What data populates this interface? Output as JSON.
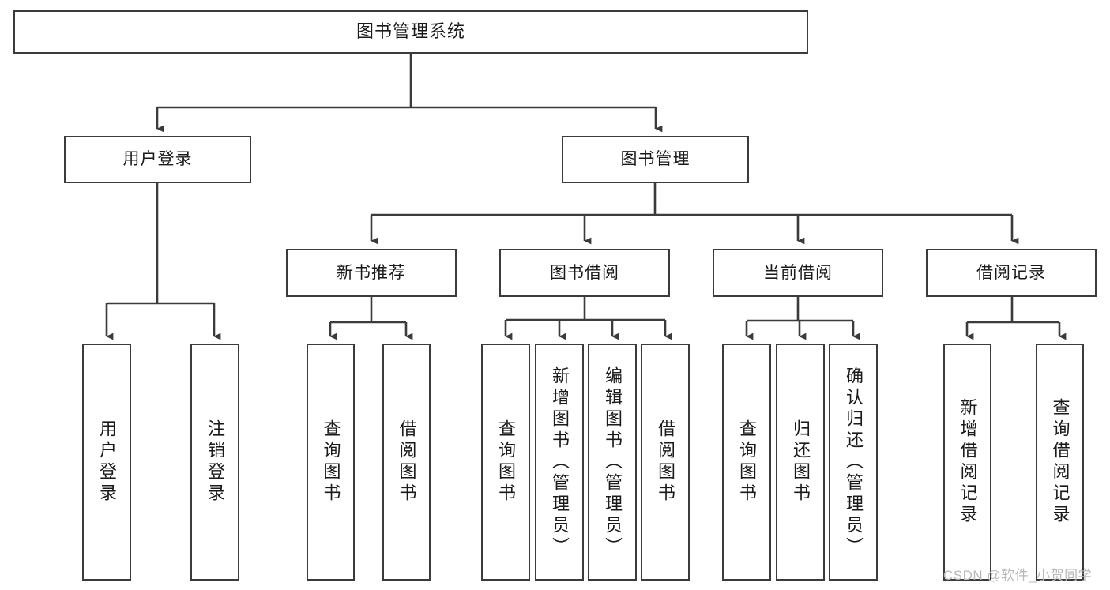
{
  "diagram": {
    "title": "图书管理系统",
    "watermark": "CSDN @软件_小贺同学",
    "stroke_color": "#3b3b3b",
    "text_color": "#1a1a1a",
    "background": "#ffffff",
    "nodes": {
      "root": {
        "label": "图书管理系统"
      },
      "level2": [
        {
          "label": "用户登录"
        },
        {
          "label": "图书管理"
        }
      ],
      "level3": [
        {
          "label": "新书推荐"
        },
        {
          "label": "图书借阅"
        },
        {
          "label": "当前借阅"
        },
        {
          "label": "借阅记录"
        }
      ],
      "leaves": {
        "user_login": [
          {
            "label": "用户登录"
          },
          {
            "label": "注销登录"
          }
        ],
        "new_book": [
          {
            "label": "查询图书"
          },
          {
            "label": "借阅图书"
          }
        ],
        "book_borrow": [
          {
            "label": "查询图书"
          },
          {
            "label": "新增图书（管理员）"
          },
          {
            "label": "编辑图书（管理员）"
          },
          {
            "label": "借阅图书"
          }
        ],
        "current_borrow": [
          {
            "label": "查询图书"
          },
          {
            "label": "归还图书"
          },
          {
            "label": "确认归还（管理员）"
          }
        ],
        "borrow_record": [
          {
            "label": "新增借阅记录"
          },
          {
            "label": "查询借阅记录"
          }
        ]
      }
    }
  }
}
